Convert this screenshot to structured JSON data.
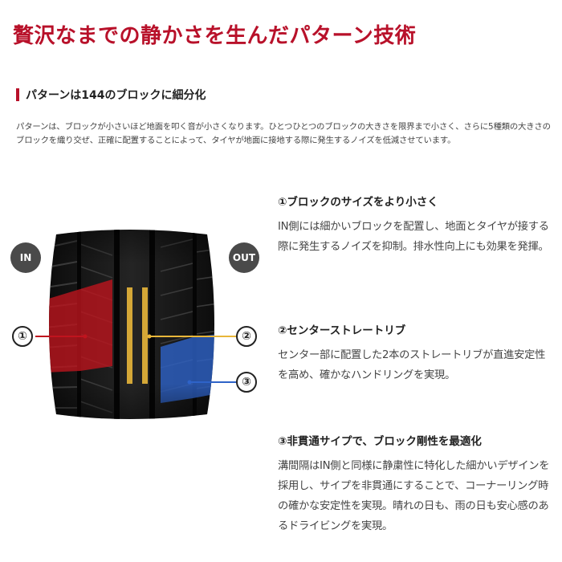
{
  "header": {
    "title": "贅沢なまでの静かさを生んだパターン技術"
  },
  "section": {
    "heading": "パターンは144のブロックに細分化",
    "intro": "パターンは、ブロックが小さいほど地面を叩く音が小さくなります。ひとつひとつのブロックの大きさを限界まで小さく、さらに5種類の大きさのブロックを織り交ぜ、正確に配置することによって、タイヤが地面に接地する際に発生するノイズを低減させています。"
  },
  "diagram": {
    "in_label": "IN",
    "out_label": "OUT",
    "markers": [
      "①",
      "②",
      "③"
    ],
    "colors": {
      "zone1": "#c0141e",
      "zone2": "#e8b63a",
      "zone3": "#2e63c8",
      "badge": "#4a4a4a",
      "accent": "#b8112a"
    }
  },
  "features": [
    {
      "title": "①ブロックのサイズをより小さく",
      "body": "IN側には細かいブロックを配置し、地面とタイヤが接する際に発生するノイズを抑制。排水性向上にも効果を発揮。"
    },
    {
      "title": "②センターストレートリブ",
      "body": "センター部に配置した2本のストレートリブが直進安定性を高め、確かなハンドリングを実現。"
    },
    {
      "title": "③非貫通サイプで、ブロック剛性を最適化",
      "body": "溝間隔はIN側と同様に静粛性に特化した細かいデザインを採用し、サイプを非貫通にすることで、コーナーリング時の確かな安定性を実現。晴れの日も、雨の日も安心感のあるドライビングを実現。"
    }
  ]
}
